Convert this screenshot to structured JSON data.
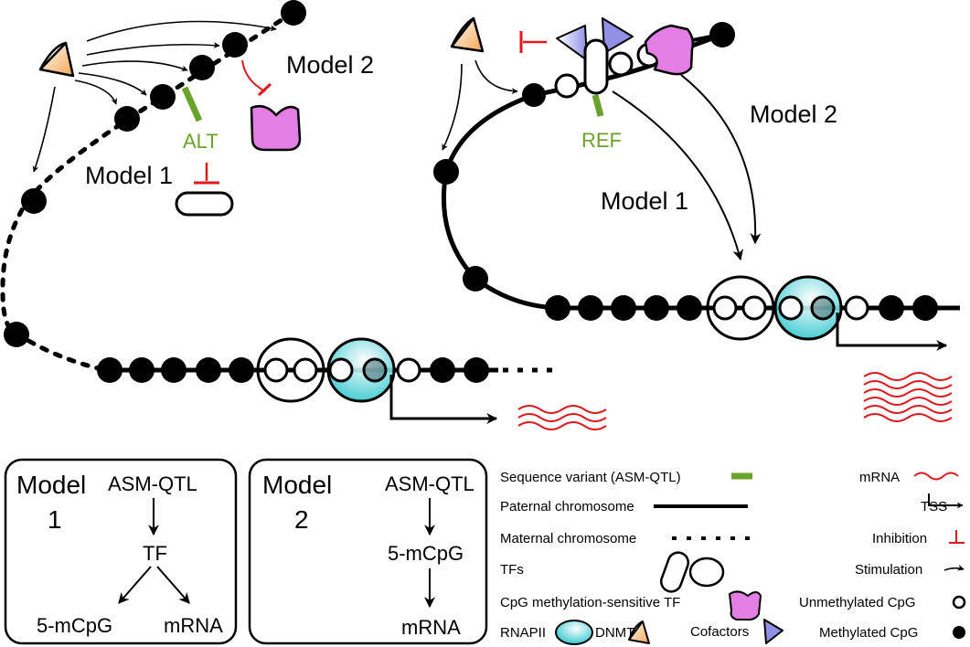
{
  "labels": {
    "model2_left": "Model 2",
    "model1_left": "Model 1",
    "alt": "ALT",
    "ref": "REF",
    "model2_right": "Model 2",
    "model1_right": "Model 1"
  },
  "boxes": {
    "model1": {
      "title_word": "Model",
      "title_num": "1",
      "top": "ASM-QTL",
      "mid": "TF",
      "left": "5-mCpG",
      "right": "mRNA"
    },
    "model2": {
      "title_word": "Model",
      "title_num": "2",
      "top": "ASM-QTL",
      "mid": "5-mCpG",
      "bottom": "mRNA"
    }
  },
  "legend": {
    "variant": "Sequence variant (ASM-QTL)",
    "paternal": "Paternal chromosome",
    "maternal": "Maternal chromosome",
    "tfs": "TFs",
    "cpg_tf": "CpG methylation-sensitive TF",
    "rnapii": "RNAPII",
    "dnmt": "DNMT",
    "cofactors": "Cofactors",
    "mrna": "mRNA",
    "tss": "TSS",
    "inhibition": "Inhibition",
    "stimulation": "Stimulation",
    "unmethylated": "Unmethylated CpG",
    "methylated": "Methylated CpG"
  },
  "colors": {
    "variant": "#6aa329",
    "inhibition": "#e0191e",
    "mrna": "#e0191e",
    "cpg_tf": "#e37ee4",
    "cofactor": "#8f90e6",
    "rnapii": "#27c4cc",
    "dnmt": "#f3a552",
    "ink": "#000000"
  }
}
